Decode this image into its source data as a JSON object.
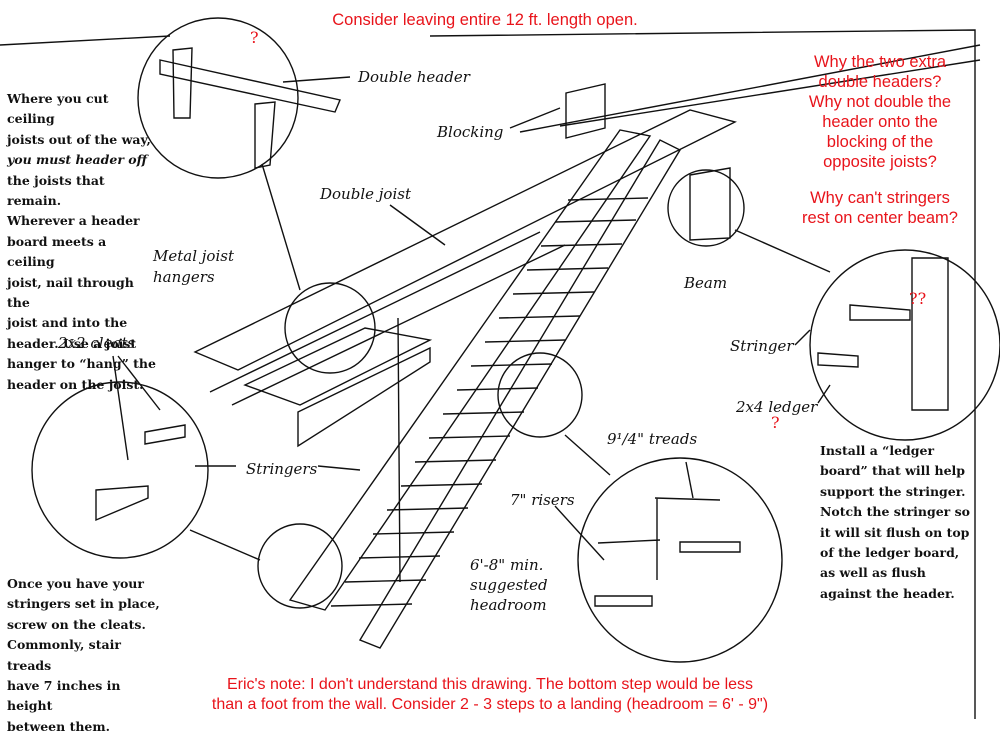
{
  "comments": {
    "top": "Consider leaving entire 12 ft. length open.",
    "question_top": "?",
    "right_q1_lines": [
      "Why the two extra",
      "double headers?",
      "Why not double the",
      "header onto the",
      "blocking of the",
      "opposite joists?"
    ],
    "right_q2_lines": [
      "Why can't stringers",
      "rest on center beam?"
    ],
    "beam_q": "??",
    "ledger_q": "?",
    "bottom_lines": [
      "Eric's note: I don't understand this drawing.  The bottom step would be less",
      "than a foot from the wall.  Consider  2 - 3 steps to a landing (headroom = 6' - 9\")"
    ]
  },
  "notes": {
    "header_lines": [
      {
        "t": "Where you cut ceiling",
        "em": false
      },
      {
        "t": "joists out of the way,",
        "em": false
      },
      {
        "t": "you must header off",
        "em": true
      },
      {
        "t": "the joists that remain.",
        "em": false
      },
      {
        "t": "Wherever a header",
        "em": false
      },
      {
        "t": "board meets a ceiling",
        "em": false
      },
      {
        "t": "joist, nail through the",
        "em": false
      },
      {
        "t": "joist and into the",
        "em": false
      },
      {
        "t": "header. Use a joist",
        "em": false
      },
      {
        "t": "hanger to “hang” the",
        "em": false
      },
      {
        "t": "header on the joist.",
        "em": false
      }
    ],
    "cleats_lines": [
      "Once you have your",
      "stringers set in place,",
      "screw on the cleats.",
      "Commonly, stair treads",
      "have 7 inches in height",
      "between them."
    ],
    "ledger_lines": [
      "Install a “ledger",
      "board” that will help",
      "support the stringer.",
      "Notch the stringer so",
      "it will sit flush on top",
      "of the ledger board,",
      "as well as flush",
      "against the header."
    ]
  },
  "labels": {
    "double_header": "Double header",
    "blocking": "Blocking",
    "double_joist": "Double joist",
    "metal_hangers": [
      "Metal joist",
      "hangers"
    ],
    "beam": "Beam",
    "stringer": "Stringer",
    "ledger": "2x4 ledger",
    "cleats": "2x2 cleats",
    "stringers": "Stringers",
    "treads": "9¹/4\" treads",
    "risers": "7\" risers",
    "headroom": [
      "6'-8\" min.",
      "suggested",
      "headroom"
    ]
  },
  "colors": {
    "annotation": "#e8141b",
    "ink": "#111111"
  }
}
